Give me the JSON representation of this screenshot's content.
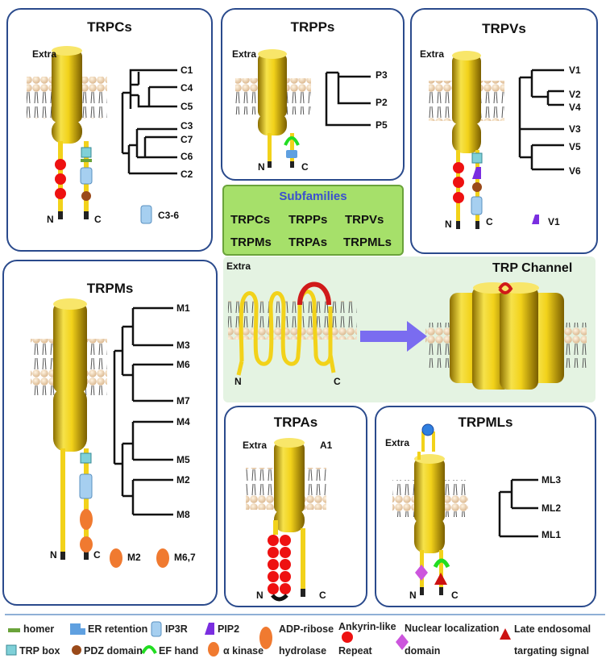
{
  "panels": {
    "trpc": {
      "title": "TRPCs",
      "extra": "Extra",
      "n": "N",
      "c": "C",
      "tree_labels": [
        "C1",
        "C4",
        "C5",
        "C3",
        "C7",
        "C6",
        "C2"
      ],
      "note": "C3-6"
    },
    "trpp": {
      "title": "TRPPs",
      "extra": "Extra",
      "n": "N",
      "c": "C",
      "tree_labels": [
        "P3",
        "P2",
        "P5"
      ]
    },
    "trpv": {
      "title": "TRPVs",
      "extra": "Extra",
      "n": "N",
      "c": "C",
      "tree_labels": [
        "V1",
        "V2",
        "V4",
        "V3",
        "V5",
        "V6"
      ],
      "note": "V1"
    },
    "trpm": {
      "title": "TRPMs",
      "n": "N",
      "c": "C",
      "tree_labels": [
        "M1",
        "M3",
        "M6",
        "M7",
        "M4",
        "M5",
        "M2",
        "M8"
      ],
      "note_a": "M2",
      "note_b": "M6,7"
    },
    "trpa": {
      "title": "TRPAs",
      "extra": "Extra",
      "tag": "A1",
      "n": "N",
      "c": "C"
    },
    "trpml": {
      "title": "TRPMLs",
      "extra": "Extra",
      "n": "N",
      "c": "C",
      "tree_labels": [
        "ML3",
        "ML2",
        "ML1"
      ]
    }
  },
  "subfamilies": {
    "heading": "Subfamilies",
    "items": [
      "TRPCs",
      "TRPPs",
      "TRPVs",
      "TRPMs",
      "TRPAs",
      "TRPMLs"
    ]
  },
  "channel": {
    "title": "TRP Channel",
    "extra": "Extra",
    "n": "N",
    "c": "C"
  },
  "legend": {
    "homer": "homer",
    "er": "ER retention",
    "ip3r": "IP3R",
    "pip2": "PIP2",
    "adp1": "ADP-ribose",
    "adp2": "hydrolase",
    "ank1": "Ankyrin-like",
    "ank2": "Repeat",
    "nls1": "Nuclear localization",
    "nls2": "domain",
    "late1": "Late endosomal",
    "late2": "targating signal",
    "trpbox": "TRP box",
    "pdz": "PDZ domain",
    "ef": "EF hand",
    "kinase": "α kinase"
  },
  "colors": {
    "border": "#2a4a8c",
    "yellow": "#f2d21a",
    "ankyrin": "#ee1111",
    "pdz": "#9a4a1a",
    "trpbox": "#7fd0d8",
    "ip3r": "#a6cff0",
    "pip2": "#7a2ee0",
    "ef": "#22dd22",
    "kinase": "#f07a30",
    "nls": "#cc55dd",
    "late": "#cc1111",
    "er": "#5fa0e0",
    "subfamily_bg": "#a6e06a",
    "arrow": "#7a6cf0"
  }
}
